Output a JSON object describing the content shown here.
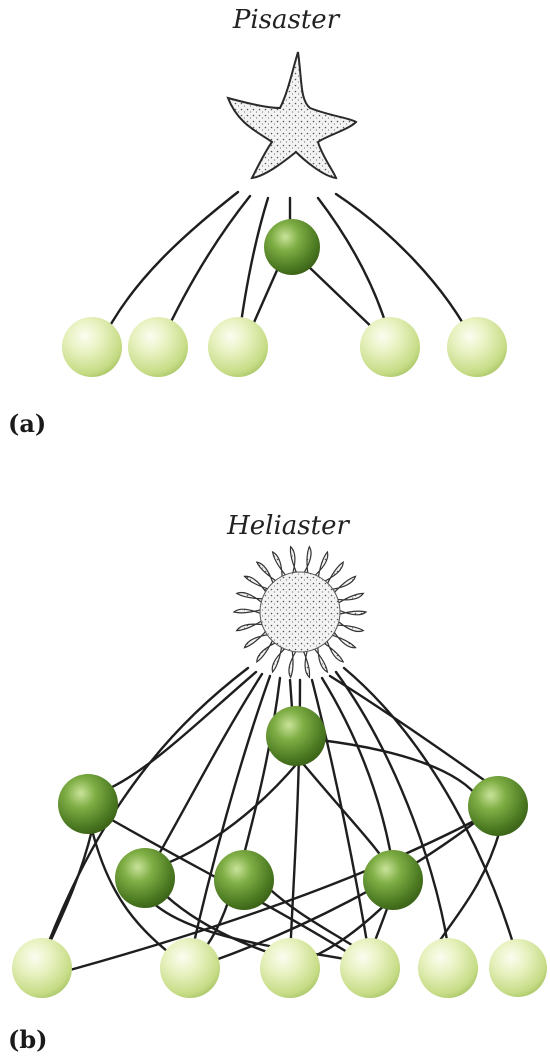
{
  "panel_a": {
    "label": "(a)",
    "predator_name": "Pisaster",
    "predator_icon": "sea-star-icon",
    "node_colors": {
      "intermediate": "#5f8f2e",
      "basal": "#d9e9a0"
    }
  },
  "panel_b": {
    "label": "(b)",
    "predator_name": "Heliaster",
    "predator_icon": "sun-star-icon",
    "node_colors": {
      "intermediate": "#5f8f2e",
      "basal": "#d9e9a0"
    }
  }
}
